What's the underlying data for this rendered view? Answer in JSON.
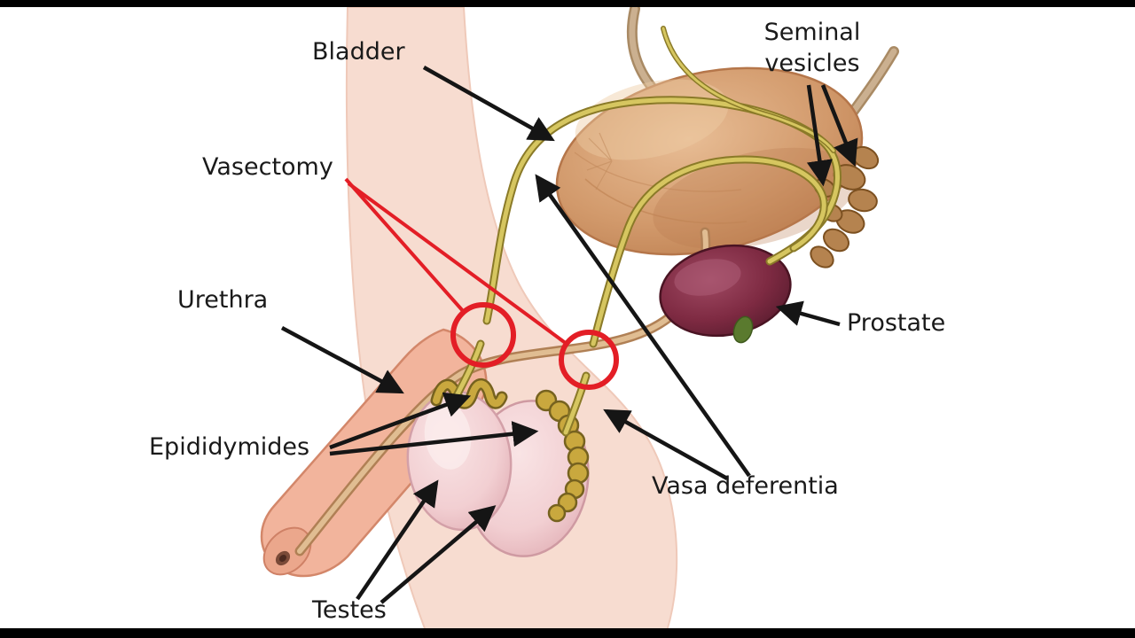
{
  "labels": {
    "bladder": "Bladder",
    "seminal_vesicles": "Seminal\nvesicles",
    "vasectomy": "Vasectomy",
    "urethra": "Urethra",
    "epididymides": "Epididymides",
    "prostate": "Prostate",
    "vasa_deferentia": "Vasa deferentia",
    "testes": "Testes"
  },
  "colors": {
    "highlight_red": "#e31e26",
    "arrow_black": "#151515",
    "letterbox": "#000000",
    "background": "#ffffff",
    "vas_yellow": "#d6c660",
    "bladder_tan": "#d29a6c",
    "prostate_maroon": "#7e2a42",
    "testis_pink": "#f2cfd2",
    "skin_light": "#f7dcd0"
  }
}
